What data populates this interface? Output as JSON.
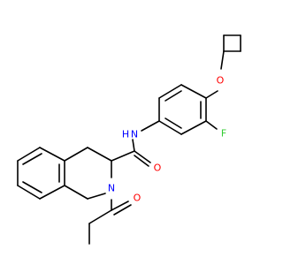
{
  "colors": {
    "background": "#ffffff",
    "bond": "#000000",
    "oxygen": "#ff0000",
    "nitrogen": "#0000ff",
    "fluorine": "#33cc33",
    "carbon": "#000000"
  },
  "atoms": [
    {
      "id": "amide_O",
      "label": "O",
      "color": "oxygen"
    },
    {
      "id": "amide_N",
      "label": "N",
      "color": "nitrogen"
    },
    {
      "id": "amide_H",
      "label": "H",
      "color": "nitrogen"
    },
    {
      "id": "ring_N",
      "label": "N",
      "color": "nitrogen"
    },
    {
      "id": "acetyl_O",
      "label": "O",
      "color": "oxygen"
    },
    {
      "id": "ether_O",
      "label": "O",
      "color": "oxygen"
    },
    {
      "id": "fluorine",
      "label": "F",
      "color": "fluorine"
    }
  ]
}
